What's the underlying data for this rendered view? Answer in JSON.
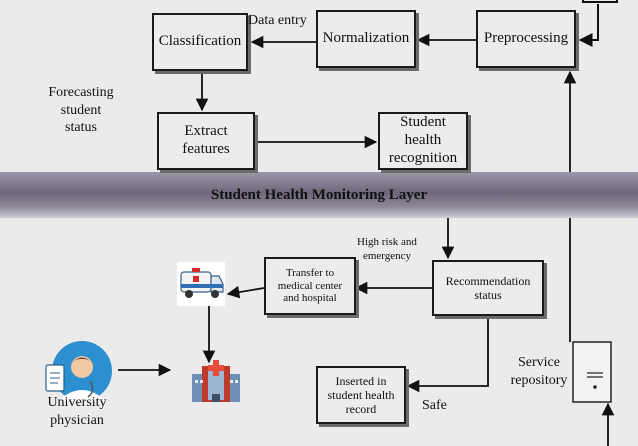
{
  "layer_title": "Student Health Monitoring Layer",
  "boxes": {
    "classification": "Classification",
    "normalization": "Normalization",
    "preprocessing": "Preprocessing",
    "extract_features": "Extract\nfeatures",
    "health_recognition": "Student\nhealth\nrecognition",
    "recommendation": "Recommendation\nstatus",
    "transfer": "Transfer to\nmedical center\nand hospital",
    "inserted_record": "Inserted in\nstudent health\nrecord"
  },
  "labels": {
    "data_entry": "Data entry",
    "forecasting": "Forecasting\nstudent\nstatus",
    "high_risk": "High risk and\nemergency",
    "safe": "Safe",
    "service_repository": "Service\nrepository",
    "university_physician": "University\nphysician"
  },
  "icons": [
    "ambulance-icon",
    "hospital-icon",
    "physician-icon",
    "server-icon"
  ]
}
